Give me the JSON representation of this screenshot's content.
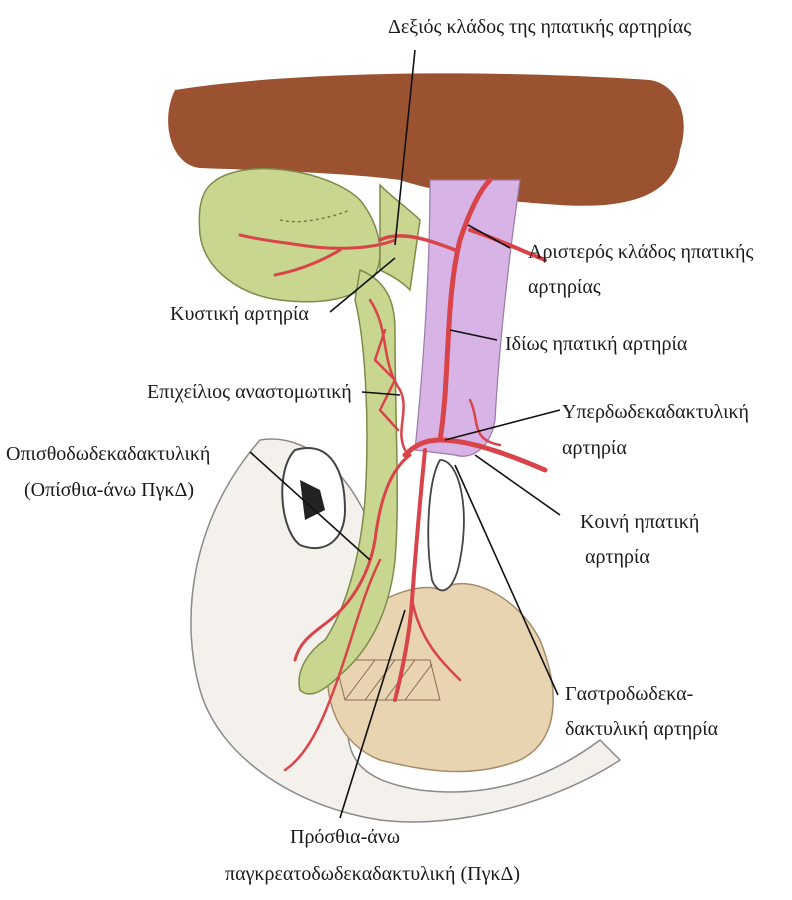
{
  "labels": {
    "right_branch": "Δεξιός κλάδος της ηπατικής αρτηρίας",
    "left_branch_1": "Αριστερός κλάδος ηπατικής",
    "left_branch_2": "αρτηρίας",
    "cystic": "Κυστική αρτηρία",
    "proper_hepatic": "Ιδίως ηπατική αρτηρία",
    "epicholedochal": "Επιχείλιος αναστομωτική",
    "supraduodenal_1": "Υπερδωδεκαδακτυλική",
    "supraduodenal_2": "αρτηρία",
    "posterior_pd_1": "Οπισθοδωδεκαδακτυλική",
    "posterior_pd_2": "(Οπίσθια-άνω ΠγκΔ)",
    "common_hepatic_1": "Κοινή ηπατική",
    "common_hepatic_2": "αρτηρία",
    "gastroduodenal_1": "Γαστροδωδεκα-",
    "gastroduodenal_2": "δακτυλική αρτηρία",
    "anterior_pd_1": "Πρόσθια-άνω",
    "anterior_pd_2": "παγκρεατοδωδεκαδακτυλική (ΠγκΔ)"
  },
  "colors": {
    "liver": "#9a5230",
    "gallbladder": "#c8d690",
    "portal_vein": "#d7b3e6",
    "artery": "#d8444a",
    "pancreas": "#e9d4b2",
    "duodenum": "#f4f1ec"
  }
}
